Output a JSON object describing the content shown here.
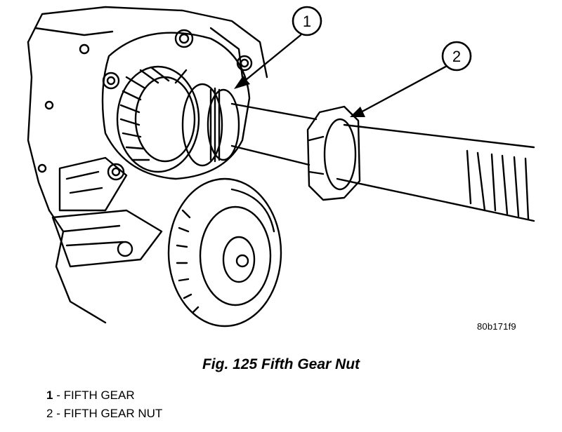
{
  "figure": {
    "reference_code": "80b171f9",
    "caption": "Fig. 125 Fifth Gear Nut"
  },
  "callouts": [
    {
      "number": "1"
    },
    {
      "number": "2"
    }
  ],
  "legend": [
    {
      "number": "1",
      "separator": " - ",
      "label": "FIFTH GEAR"
    },
    {
      "number": "2",
      "separator": " - ",
      "label": "FIFTH GEAR NUT"
    }
  ]
}
